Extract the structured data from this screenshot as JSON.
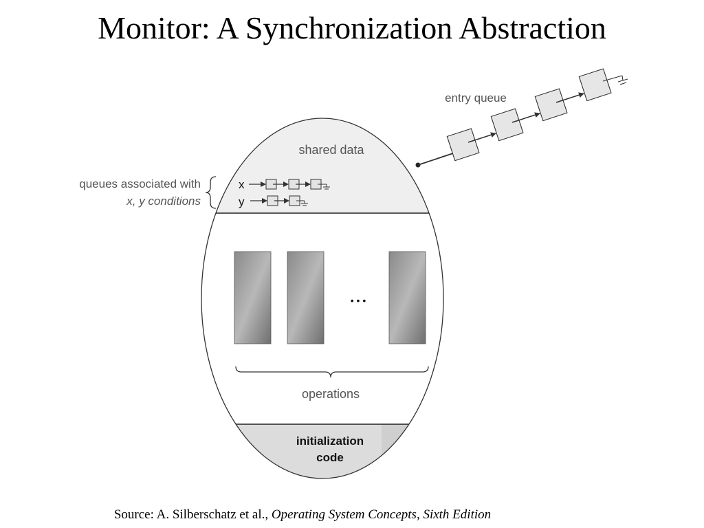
{
  "slide": {
    "title": "Monitor: A Synchronization Abstraction"
  },
  "diagram": {
    "entry_queue_label": "entry queue",
    "shared_data_label": "shared data",
    "queues_label_line1": "queues associated with",
    "queues_label_line2": "x, y conditions",
    "condition_x_label": "x",
    "condition_y_label": "y",
    "operations_label": "operations",
    "ellipsis": "• • •",
    "init_code_line1": "initialization",
    "init_code_line2": "code"
  },
  "source": {
    "prefix": "Source: A. Silberschatz et al., ",
    "book": "Operating System Concepts, Sixth Edition"
  }
}
